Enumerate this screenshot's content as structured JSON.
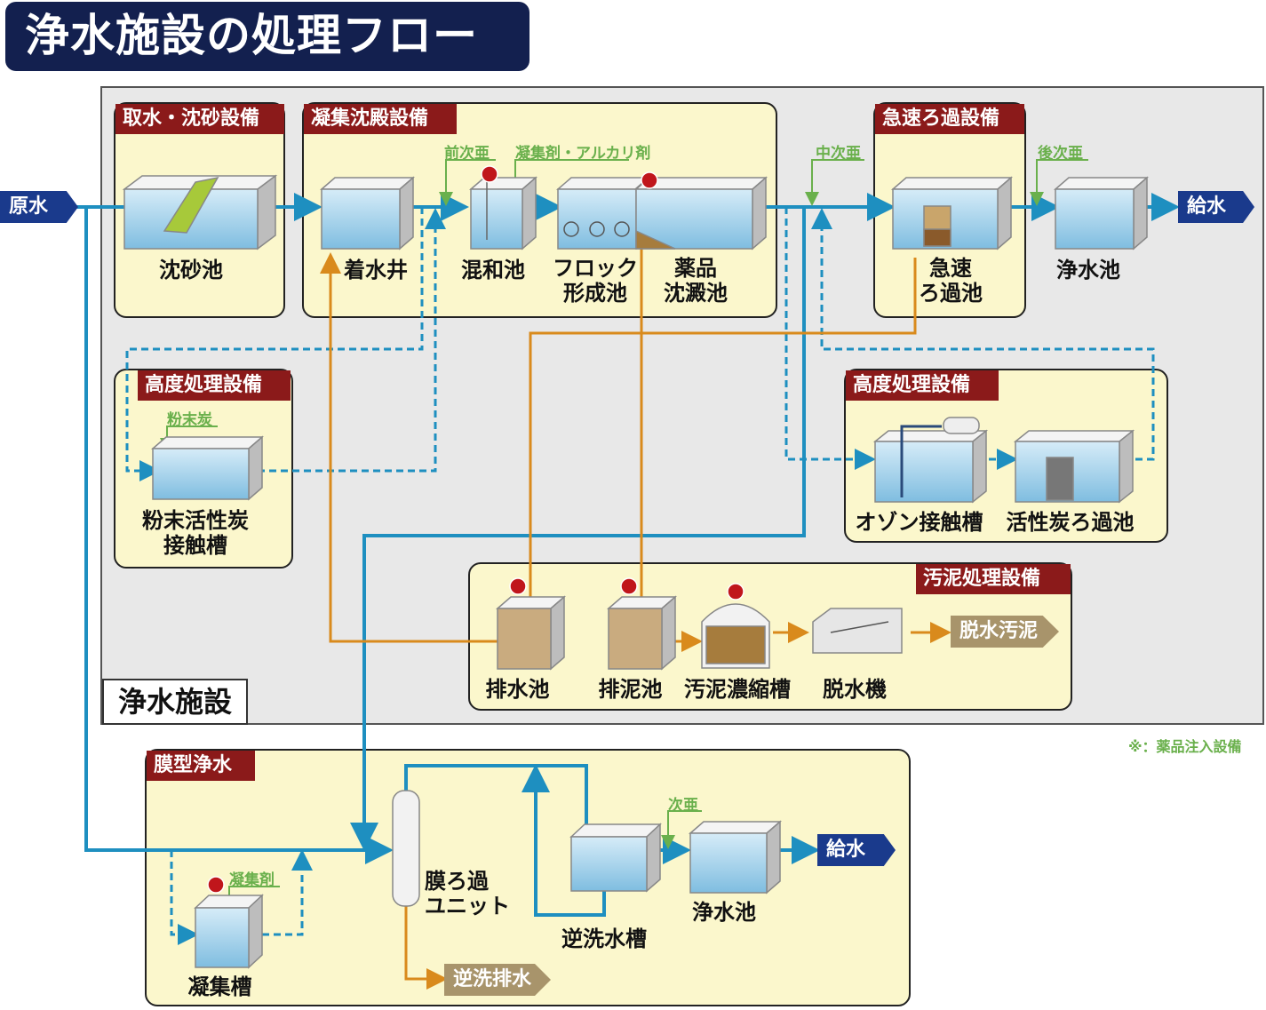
{
  "title": "浄水施設の処理フロー",
  "plant_label": "浄水施設",
  "legend_note": "※：薬品注入設備",
  "inputs": {
    "raw_water": "原水"
  },
  "outputs": {
    "supply_top": "給水",
    "supply_bottom": "給水",
    "sludge_out": "脱水汚泥",
    "backwash_out": "逆洗排水"
  },
  "sections": {
    "intake": {
      "header": "取水・沈砂設備",
      "units": [
        "沈砂池"
      ]
    },
    "coag": {
      "header": "凝集沈殿設備",
      "units": [
        "着水井",
        "混和池",
        "フロック\n形成池",
        "薬品\n沈澱池"
      ],
      "chemicals": [
        "前次亜",
        "凝集剤・アルカリ剤"
      ]
    },
    "rapid": {
      "header": "急速ろ過設備",
      "units": [
        "急速\nろ過池",
        "浄水池"
      ],
      "chemicals": [
        "中次亜",
        "後次亜"
      ]
    },
    "adv_left": {
      "header": "高度処理設備",
      "units": [
        "粉末活性炭\n接触槽"
      ],
      "chemicals": [
        "粉末炭"
      ]
    },
    "adv_right": {
      "header": "高度処理設備",
      "units": [
        "オゾン接触槽",
        "活性炭ろ過池"
      ]
    },
    "sludge": {
      "header": "汚泥処理設備",
      "units": [
        "排水池",
        "排泥池",
        "汚泥濃縮槽",
        "脱水機"
      ]
    },
    "membrane": {
      "header": "膜型浄水",
      "units": [
        "凝集槽",
        "膜ろ過\nユニット",
        "逆洗水槽",
        "浄水池"
      ],
      "chemicals": [
        "凝集剤",
        "次亜"
      ]
    }
  },
  "colors": {
    "water": "#1e8fc0",
    "sludge": "#d98a1c",
    "chem": "#6ab04c",
    "header": "#8b1a1a",
    "panel": "#fbf7cc",
    "title_bg": "#13204f"
  }
}
